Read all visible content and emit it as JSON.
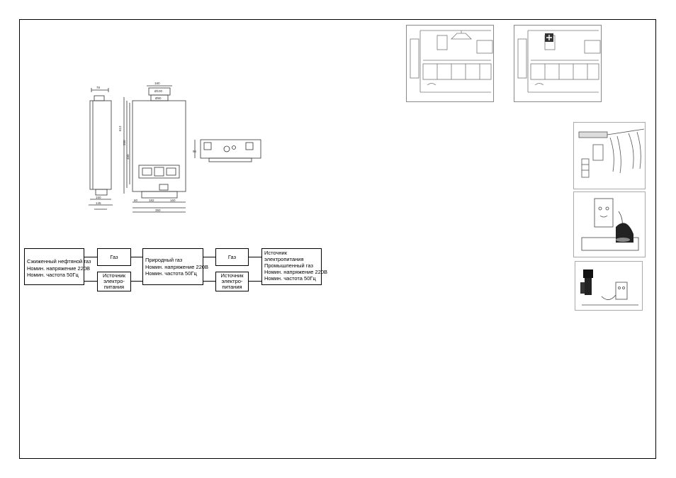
{
  "diagram": {
    "box_lpg": [
      "Сжиженный нефтяной газ",
      "Номин. напряжение 220В",
      "Номин. частота 50Гц"
    ],
    "box_gas_1": "Газ",
    "box_power_1": [
      "Источник",
      "электро-",
      "питания"
    ],
    "box_natural": [
      "Природный газ",
      "Номин. напряжение 220В",
      "Номин. частота 50Гц"
    ],
    "box_gas_2": "Газ",
    "box_power_2": [
      "Источник",
      "электро-",
      "питания"
    ],
    "box_industrial": [
      "Источник",
      "электропитания",
      "Промышленный газ",
      "Номин. напряжение 220В",
      "Номин. частота 50Гц"
    ]
  },
  "drawing": {
    "dims_top": [
      "180",
      "Ø100",
      "Ø80"
    ],
    "dims_side": [
      "78",
      "150",
      "145"
    ],
    "dims_front_height": [
      "613",
      "560",
      "480"
    ],
    "dims_bottom": [
      "60",
      "182",
      "160",
      "350"
    ],
    "dim_connection": "95"
  }
}
